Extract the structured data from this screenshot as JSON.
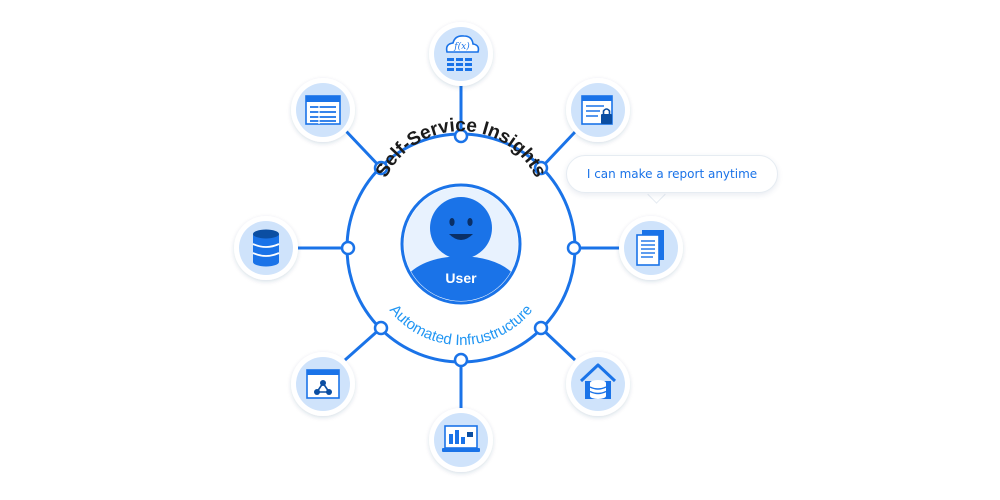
{
  "hub": {
    "top_label": "Self-Service Insights",
    "bottom_label": "Automated Infrustructure",
    "user_label": "User"
  },
  "speech_bubble": {
    "text": "I can make a report anytime"
  },
  "nodes": [
    {
      "id": "cloud-function",
      "icon": "cloud-function-icon",
      "glyph": "f(x)"
    },
    {
      "id": "secure-document",
      "icon": "secure-document-icon"
    },
    {
      "id": "documents",
      "icon": "documents-icon"
    },
    {
      "id": "data-warehouse",
      "icon": "data-warehouse-icon"
    },
    {
      "id": "dashboard",
      "icon": "dashboard-icon"
    },
    {
      "id": "api-integration",
      "icon": "api-integration-icon"
    },
    {
      "id": "database",
      "icon": "database-icon"
    },
    {
      "id": "spreadsheet",
      "icon": "spreadsheet-icon"
    }
  ],
  "colors": {
    "primary": "#1a73e8",
    "node_fill": "#cfe3fb",
    "dark": "#0b4ea2",
    "light": "#e8f2fe"
  }
}
